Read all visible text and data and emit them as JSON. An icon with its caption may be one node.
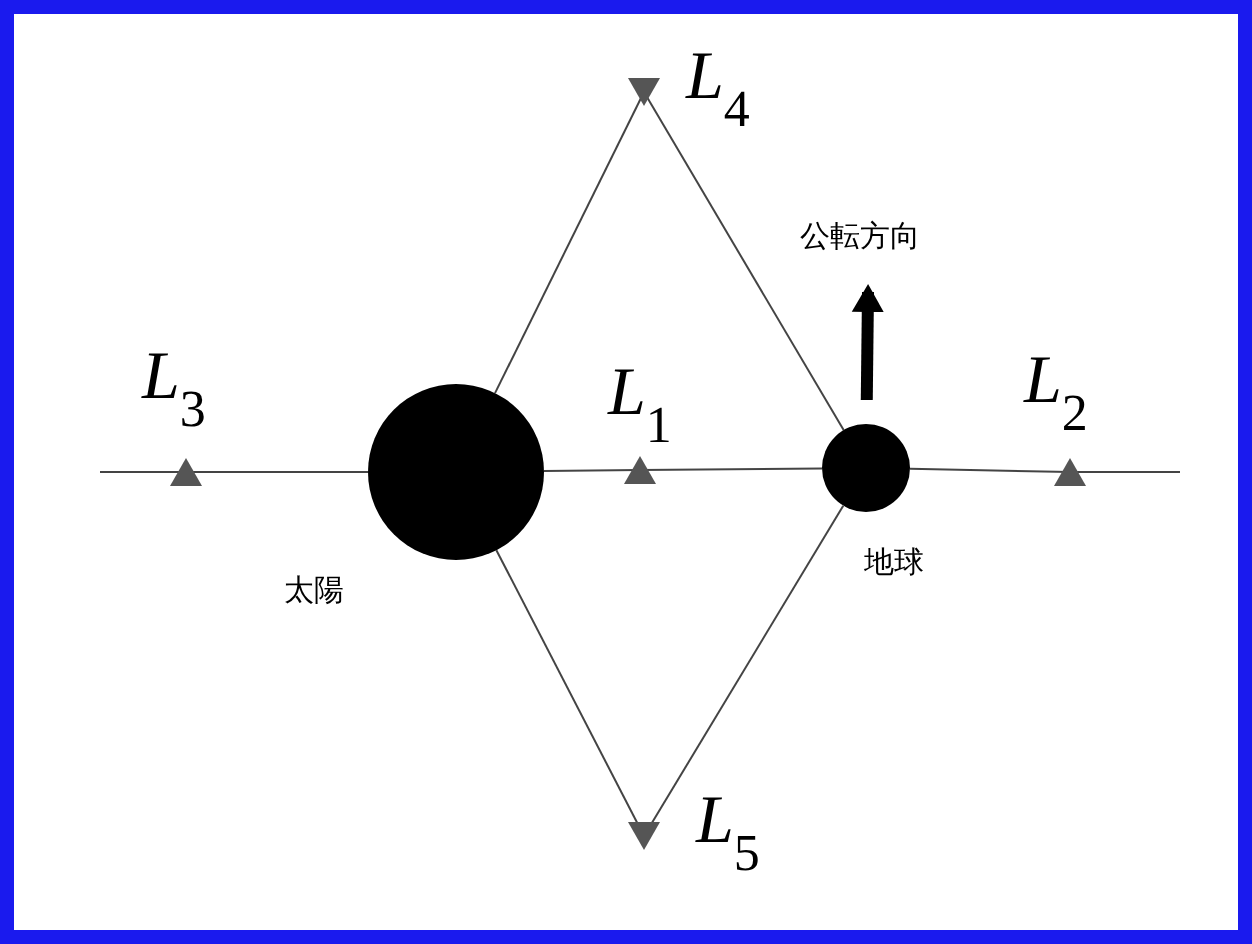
{
  "diagram": {
    "nodes": [
      {
        "text": [
          "*L*$_{4}$"
        ]
      },
      {
        "text": [
          "*L*$_{3}$"
        ]
      },
      {
        "text": [],
        "shape": "circle",
        "beside": [
          "太陽"
        ]
      },
      {
        "text": [
          "*L*$_{1}$"
        ]
      },
      {
        "text": [],
        "shape": "circle",
        "beside": [
          "地球"
        ]
      },
      {
        "text": [
          "*L*$_{2}$"
        ]
      },
      {
        "text": [
          "*L*$_{5}$"
        ]
      }
    ],
    "edges": [
      {
        "from": 2,
        "to": 0,
        "arrow": "none"
      },
      {
        "from": 0,
        "to": 4,
        "arrow": "none"
      },
      {
        "from": 2,
        "to": 6,
        "arrow": "none"
      },
      {
        "from": 6,
        "to": 4,
        "arrow": "none"
      },
      {
        "from": null,
        "to": 1,
        "arrow": "none"
      },
      {
        "from": 1,
        "to": 2,
        "arrow": "none"
      },
      {
        "from": 2,
        "to": 3,
        "arrow": "none"
      },
      {
        "from": 3,
        "to": 4,
        "arrow": "none"
      },
      {
        "from": 4,
        "to": 5,
        "arrow": "none"
      },
      {
        "from": 5,
        "to": null,
        "arrow": "none"
      },
      {
        "from": 4,
        "to": null,
        "arrow": "to",
        "style": "thick"
      }
    ],
    "labels": [
      "公転方向"
    ]
  }
}
